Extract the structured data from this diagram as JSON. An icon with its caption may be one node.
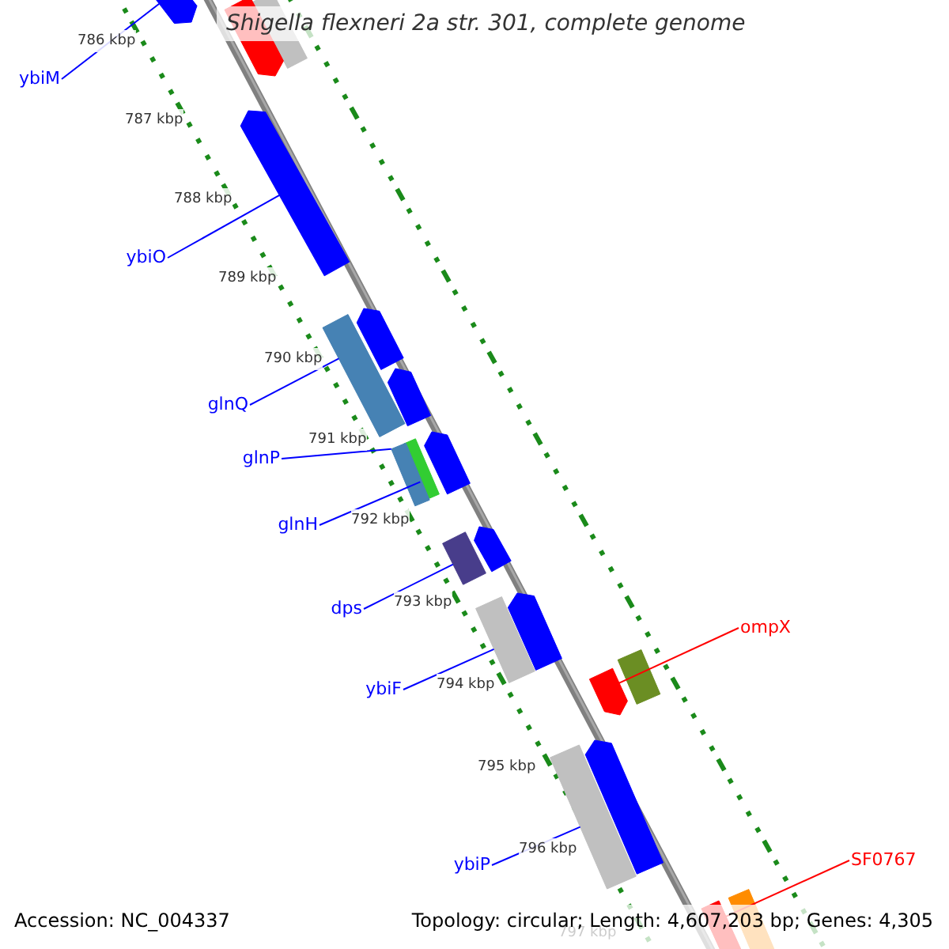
{
  "diagram": {
    "title": "Shigella flexneri 2a str. 301, complete genome",
    "nodes": [
      {
        "text": [
          "ybiM"
        ]
      },
      {
        "text": [
          "ybiO"
        ]
      },
      {
        "text": [
          "glnQ"
        ]
      },
      {
        "text": [
          "glnP"
        ]
      },
      {
        "text": [
          "glnH"
        ]
      },
      {
        "text": [
          "dps"
        ]
      },
      {
        "text": [
          "ybiF"
        ]
      },
      {
        "text": [
          "ybiP"
        ]
      },
      {
        "text": [
          "ompX"
        ]
      },
      {
        "text": [
          "SF0767"
        ]
      },
      {
        "text": [],
        "shape": "bar"
      },
      {
        "text": [],
        "shape": "bar"
      },
      {
        "text": [],
        "shape": "bar"
      },
      {
        "text": [],
        "shape": "bar"
      },
      {
        "text": [],
        "shape": "bar"
      },
      {
        "text": [],
        "shape": "bar"
      },
      {
        "text": [],
        "shape": "bar"
      },
      {
        "text": [],
        "shape": "bar"
      },
      {
        "text": [],
        "shape": "bar"
      },
      {
        "text": [],
        "shape": "bar"
      },
      {
        "text": [],
        "shape": "bar"
      },
      {
        "text": [],
        "shape": "bar"
      },
      {
        "text": [],
        "shape": "bar"
      },
      {
        "text": [],
        "shape": "bar"
      },
      {
        "text": [],
        "shape": "bar"
      },
      {
        "text": [],
        "shape": "bar"
      },
      {
        "text": [],
        "shape": "bar"
      },
      {
        "text": [],
        "shape": "bar"
      },
      {
        "text": [],
        "shape": "bar"
      },
      {
        "text": [],
        "shape": "bar"
      }
    ],
    "edges": [
      {
        "from": 0,
        "to": 11,
        "arrow": "none"
      },
      {
        "from": 1,
        "to": 13,
        "arrow": "none"
      },
      {
        "from": 2,
        "to": 15,
        "arrow": "none"
      },
      {
        "from": 3,
        "to": 19,
        "arrow": "none"
      },
      {
        "from": 4,
        "to": 18,
        "arrow": "none"
      },
      {
        "from": 5,
        "to": 21,
        "arrow": "none"
      },
      {
        "from": 6,
        "to": 23,
        "arrow": "none"
      },
      {
        "from": 7,
        "to": 27,
        "arrow": "none"
      },
      {
        "from": 8,
        "to": 25,
        "arrow": "none",
        "color": "#ff0000"
      },
      {
        "from": 9,
        "to": 29,
        "arrow": "none",
        "color": "#ff0000"
      }
    ],
    "labels": [
      "786 kbp",
      "787 kbp",
      "788 kbp",
      "789 kbp",
      "790 kbp",
      "791 kbp",
      "792 kbp",
      "793 kbp",
      "794 kbp",
      "795 kbp",
      "796 kbp",
      "797 kbp",
      "Accession: NC_004337",
      "Topology: circular; Length: 4,607,203 bp; Genes: 4,305"
    ]
  }
}
